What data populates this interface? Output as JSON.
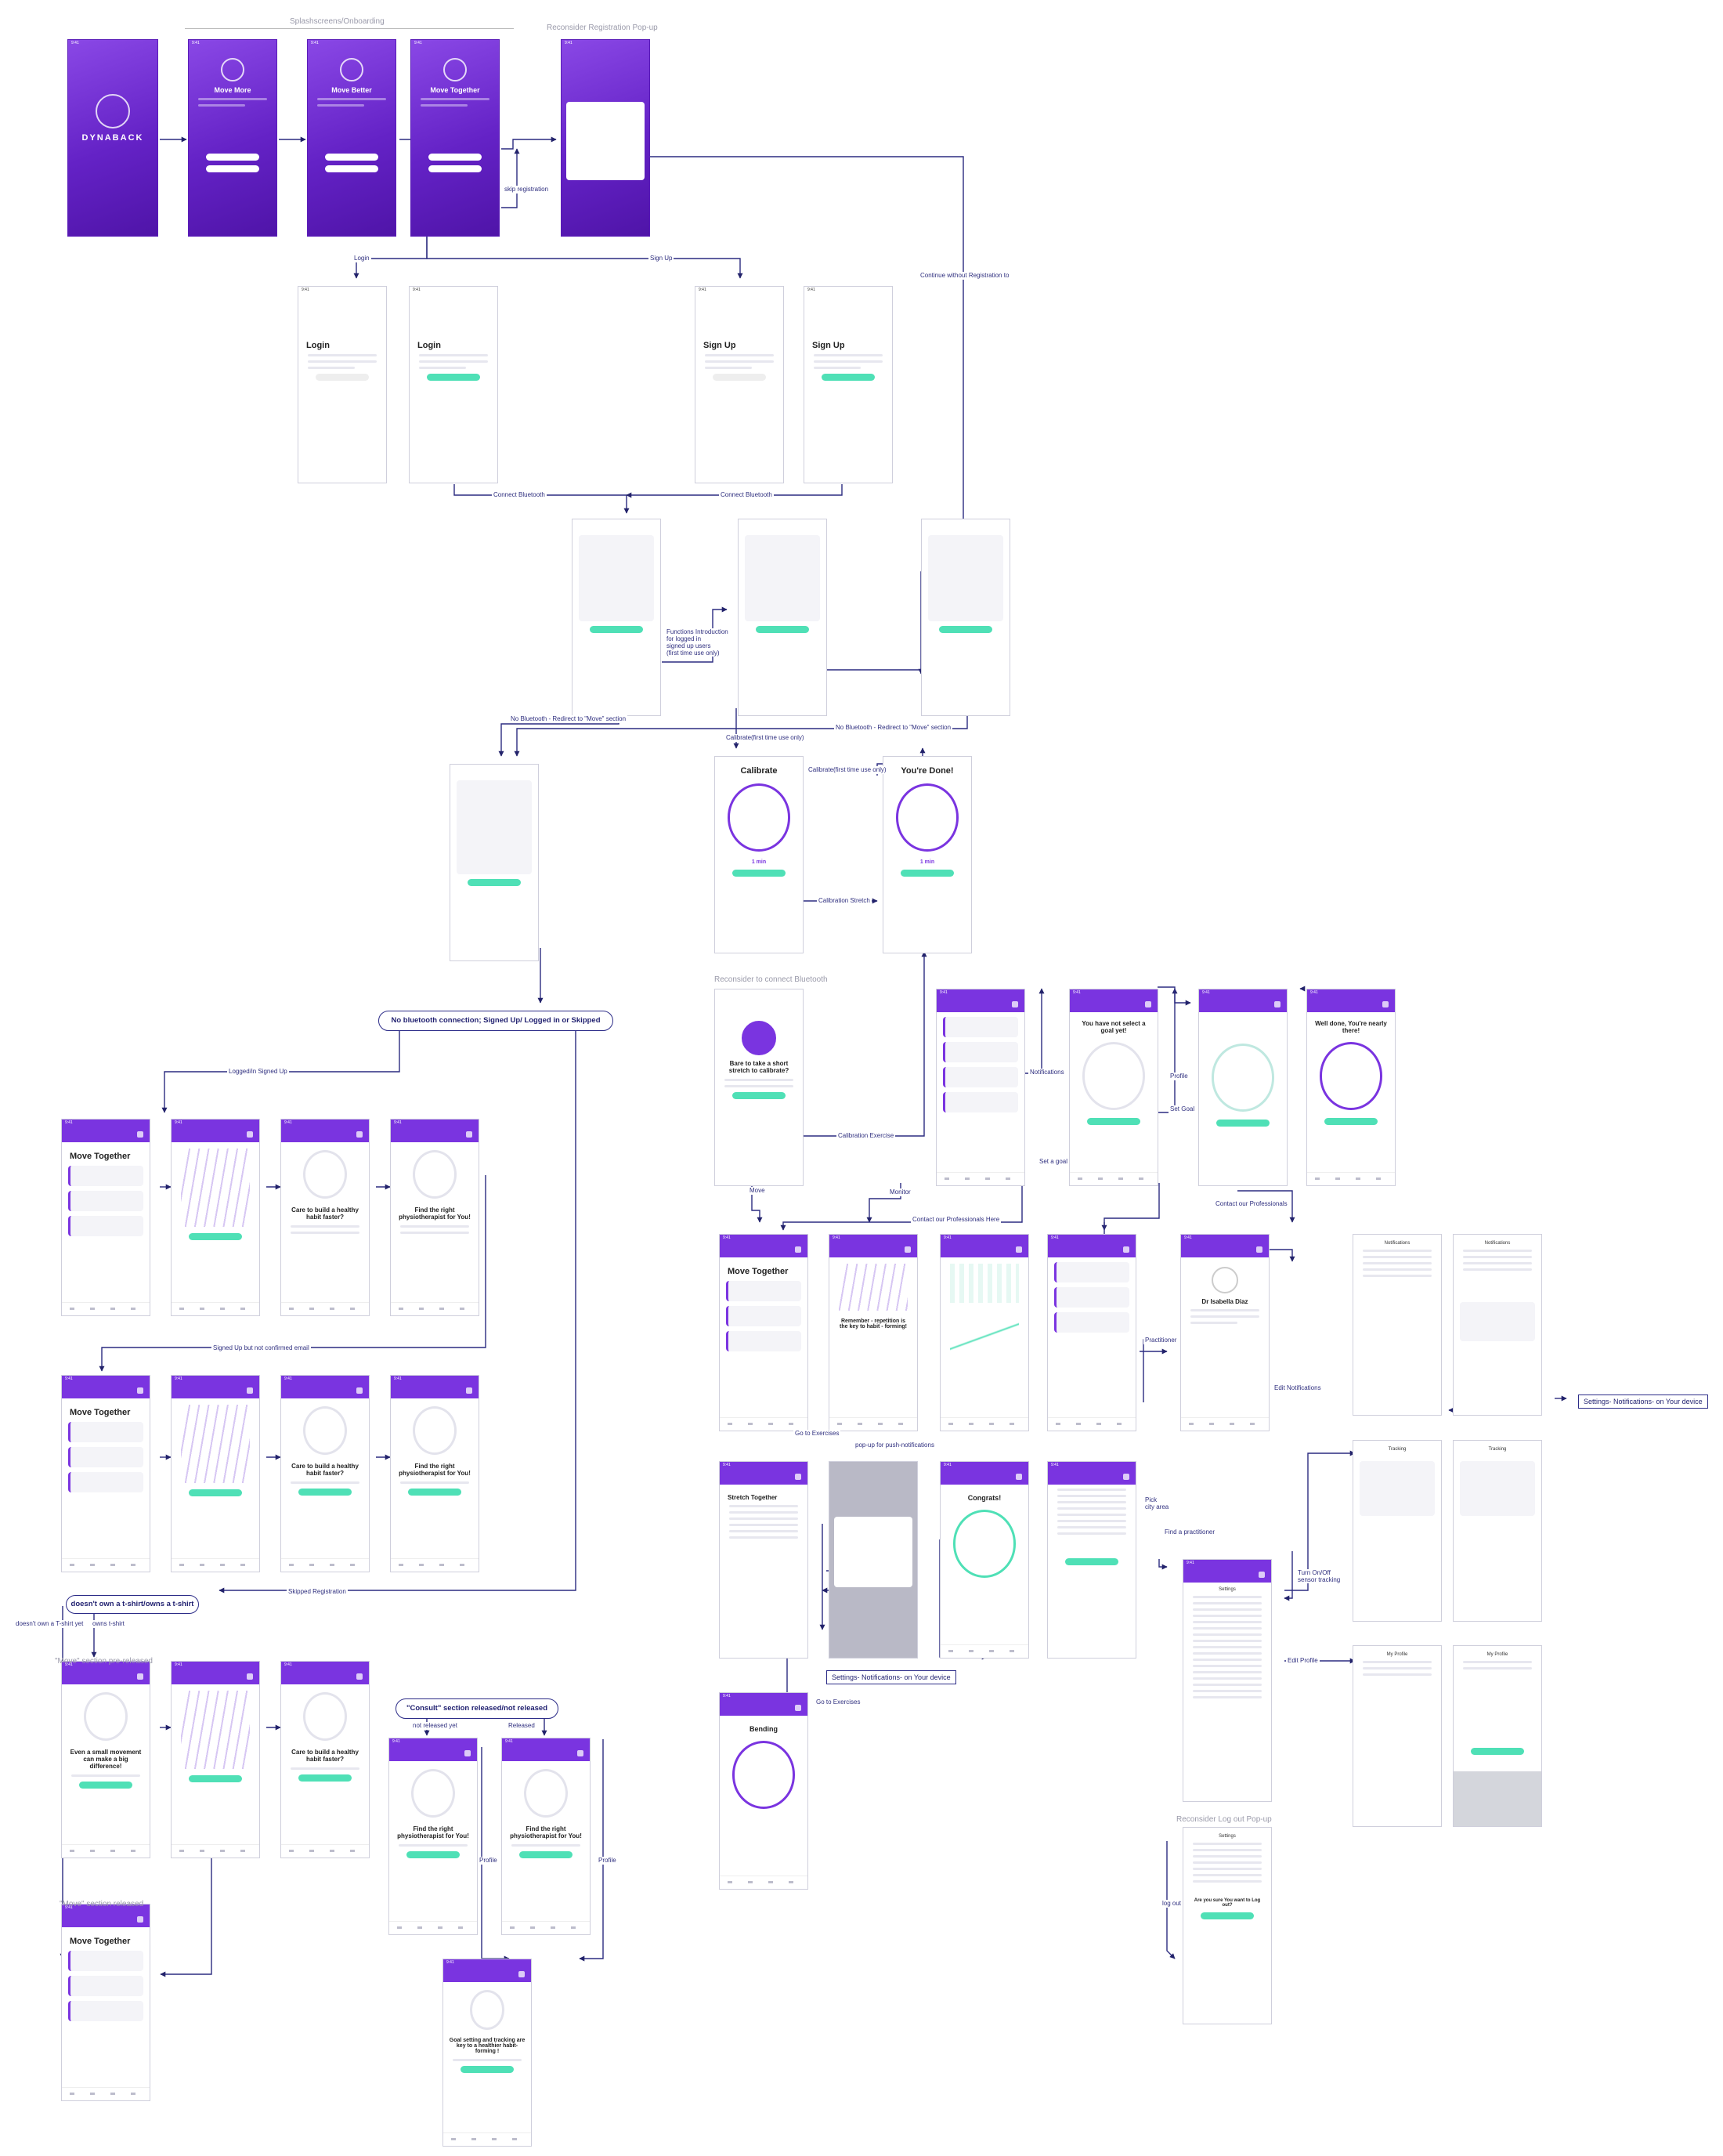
{
  "section_titles": {
    "onboarding": "Splashscreens/Onboarding",
    "reconsider_registration": "Reconsider Registration Pop-up",
    "reconsider_bluetooth": "Reconsider to connect Bluetooth",
    "move_prereleased": "\"Move\" section pre-released",
    "move_released": "\"Move\" section released",
    "reconsider_logout": "Reconsider Log out Pop-up"
  },
  "pills": {
    "no_bluetooth": "No bluetooth connection; Signed Up/ Logged in or Skipped",
    "tshirt": "doesn't own a t-shirt/owns a t-shirt",
    "consult": "\"Consult\" section released/not released"
  },
  "boxes": {
    "settings_device_1": "Settings- Notifications- on Your device",
    "settings_device_2": "Settings- Notifications- on Your device"
  },
  "flow_labels": {
    "skip_registration": "skip registration",
    "login": "Login",
    "sign_up": "Sign Up",
    "continue_without_registration": "Continue without Registration to",
    "connect_bluetooth_1": "Connect Bluetooth",
    "connect_bluetooth_2": "Connect Bluetooth",
    "functions_intro": "Functions Introduction\nfor logged in\nsigned up users\n(first time use only)",
    "no_bt_redirect_1": "No Bluetooth - Redirect to \"Move\" section",
    "no_bt_redirect_2": "No Bluetooth - Redirect to \"Move\" section",
    "calibrate_first_1": "Calibrate(first time use only)",
    "calibrate_first_2": "Calibrate(first time use only)",
    "calibration_stretch": "Calibration Stretch",
    "calibration_exercise": "Calibration Exercise",
    "logged_signed_up": "Logged/in Signed Up",
    "notifications": "Notifications",
    "profile_1": "Profile",
    "set_a_goal": "Set a goal",
    "set_goal": "Set Goal",
    "move": "Move",
    "monitor": "Monitor",
    "contact_prof_here": "Contact our Professionals Here",
    "contact_prof": "Contact our Professionals",
    "signed_up_not_confirmed": "Signed Up but not confirmed email",
    "practitioner": "Practitioner",
    "edit_notifications": "Edit Notifications",
    "go_to_exercises_1": "Go to Exercises",
    "popup_push": "pop-up for push-notifications",
    "pick_city": "Pick\ncity area",
    "find_practitioner": "Find a practitioner",
    "turn_on_off": "Turn On/Off\nsensor tracking",
    "skipped_registration": "Skipped Registration",
    "doesnt_own": "doesn't own a T-shirt yet",
    "owns": "owns t-shirt",
    "go_to_exercises_2": "Go to Exercises",
    "edit_profile": "Edit Profile",
    "not_released_yet": "not released yet",
    "released": "Released",
    "profile_2": "Profile",
    "profile_3": "Profile",
    "log_out": "log out"
  },
  "screens": {
    "splash": {
      "brand": "DYNABACK"
    },
    "onboard_1": {
      "title": "Move More"
    },
    "onboard_2": {
      "title": "Move Better"
    },
    "onboard_3": {
      "title": "Move Together"
    },
    "login_1": {
      "title": "Login"
    },
    "login_2": {
      "title": "Login"
    },
    "signup_1": {
      "title": "Sign Up"
    },
    "signup_2": {
      "title": "Sign Up"
    },
    "calibrate": {
      "title": "Calibrate",
      "duration": "1 min"
    },
    "done": {
      "title": "You're Done!",
      "duration": "1 min"
    },
    "reconsider_bt": {
      "title": "Bare to take a short stretch to calibrate?"
    },
    "move_together_main": {
      "title": "Move Together"
    },
    "build_habit": {
      "title": "Care to build a healthy habit faster?"
    },
    "find_physio": {
      "title": "Find the right physiotherapist for You!"
    },
    "move_together_2": {
      "title": "Move Together"
    },
    "build_habit_2": {
      "title": "Care to build a healthy habit faster?"
    },
    "find_physio_2": {
      "title": "Find the right physiotherapist for You!"
    },
    "small_movement": {
      "title": "Even a small movement can make a big difference!"
    },
    "build_habit_3": {
      "title": "Care to build a healthy habit faster?"
    },
    "find_physio_3": {
      "title": "Find the right physiotherapist for You!"
    },
    "find_physio_4": {
      "title": "Find the right physiotherapist for You!"
    },
    "move_together_3": {
      "title": "Move Together"
    },
    "goal_setting": {
      "title": "Goal setting and tracking are key to a healthier habit-forming !"
    },
    "no_goal": {
      "title": "You have not select a goal yet!"
    },
    "nearly_there": {
      "title": "Well done, You're nearly there!"
    },
    "move_together_4": {
      "title": "Move Together"
    },
    "remember": {
      "title": "Remember - repetition is the key to habit - forming!"
    },
    "congrats": {
      "title": "Congrats!"
    },
    "doctor": {
      "title": "Dr Isabella Diaz"
    },
    "stretch_together": {
      "title": "Stretch Together"
    },
    "bending": {
      "title": "Bending"
    },
    "settings_1": {
      "title": "Settings"
    },
    "settings_2": {
      "title": "Settings"
    },
    "notifications_1": {
      "title": "Notifications"
    },
    "notifications_2": {
      "title": "Notifications"
    },
    "tracking_1": {
      "title": "Tracking"
    },
    "tracking_2": {
      "title": "Tracking"
    },
    "profile_1": {
      "title": "My Profile"
    },
    "profile_2": {
      "title": "My Profile"
    },
    "logout_q": {
      "title": "Are you sure You want to Log out?"
    }
  }
}
